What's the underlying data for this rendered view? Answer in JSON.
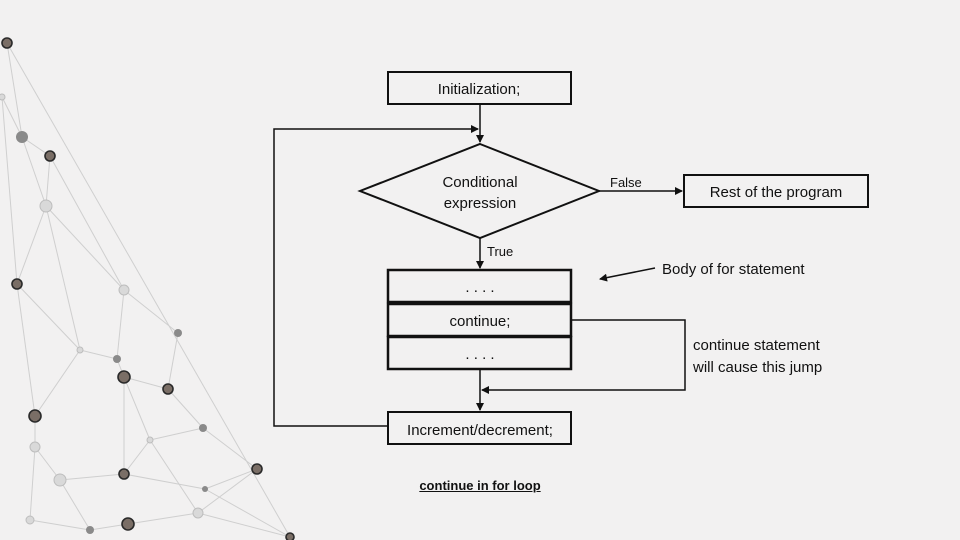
{
  "diagram": {
    "init_label": "Initialization;",
    "condition_line1": "Conditional",
    "condition_line2": "expression",
    "false_label": "False",
    "true_label": "True",
    "rest_label": "Rest of the program",
    "body_top_label": ". . . .",
    "continue_label": "continue;",
    "body_bottom_label": ". . . .",
    "body_note": "Body of for statement",
    "jump_note_line1": "continue statement",
    "jump_note_line2": "will cause this jump",
    "increment_label": "Increment/decrement;"
  },
  "caption": "continue in for loop",
  "colors": {
    "background": "#f2f1f1",
    "stroke": "#111111",
    "network_line": "#c9c9c9",
    "node_dark": "#6b6b6b",
    "node_light": "#d6d6d6"
  }
}
